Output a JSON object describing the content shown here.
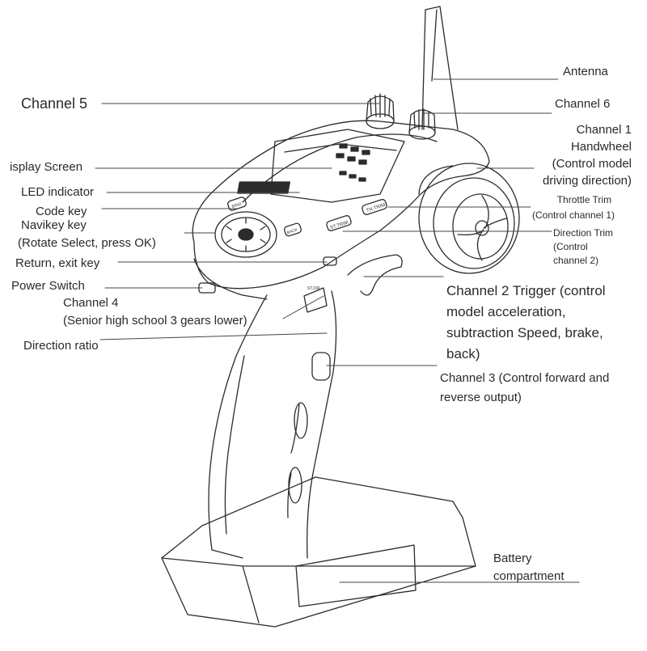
{
  "labels": {
    "antenna": "Antenna",
    "channel5": "Channel 5",
    "channel6": "Channel 6",
    "channel1": [
      "Channel 1",
      "Handwheel",
      "(Control model",
      "driving direction)"
    ],
    "display_screen": "isplay Screen",
    "led_indicator": "LED indicator",
    "code_key": "Code key",
    "navikey": [
      "Navikey key",
      "(Rotate Select, press OK)"
    ],
    "throttle_trim": [
      "Throttle Trim",
      "(Control channel 1)"
    ],
    "direction_trim": [
      "Direction Trim",
      "(Control",
      "channel 2)"
    ],
    "return_exit": "Return, exit key",
    "power_switch": "Power Switch",
    "channel4": [
      "Channel 4",
      "(Senior high school 3 gears lower)"
    ],
    "direction_ratio": "Direction ratio",
    "channel2": [
      "Channel 2 Trigger (control",
      "model acceleration,",
      "subtraction Speed, brake,",
      "back)"
    ],
    "channel3": [
      "Channel 3 (Control forward and",
      "reverse output)"
    ],
    "battery": [
      "Battery",
      "compartment"
    ]
  },
  "device_markings": {
    "trim_left": "ST.TRIM",
    "trim_right": "TH.TRIM",
    "code_key_mark": "BIND",
    "return_key_mark": "BACK",
    "st_dr_mark": "ST.D/R"
  }
}
